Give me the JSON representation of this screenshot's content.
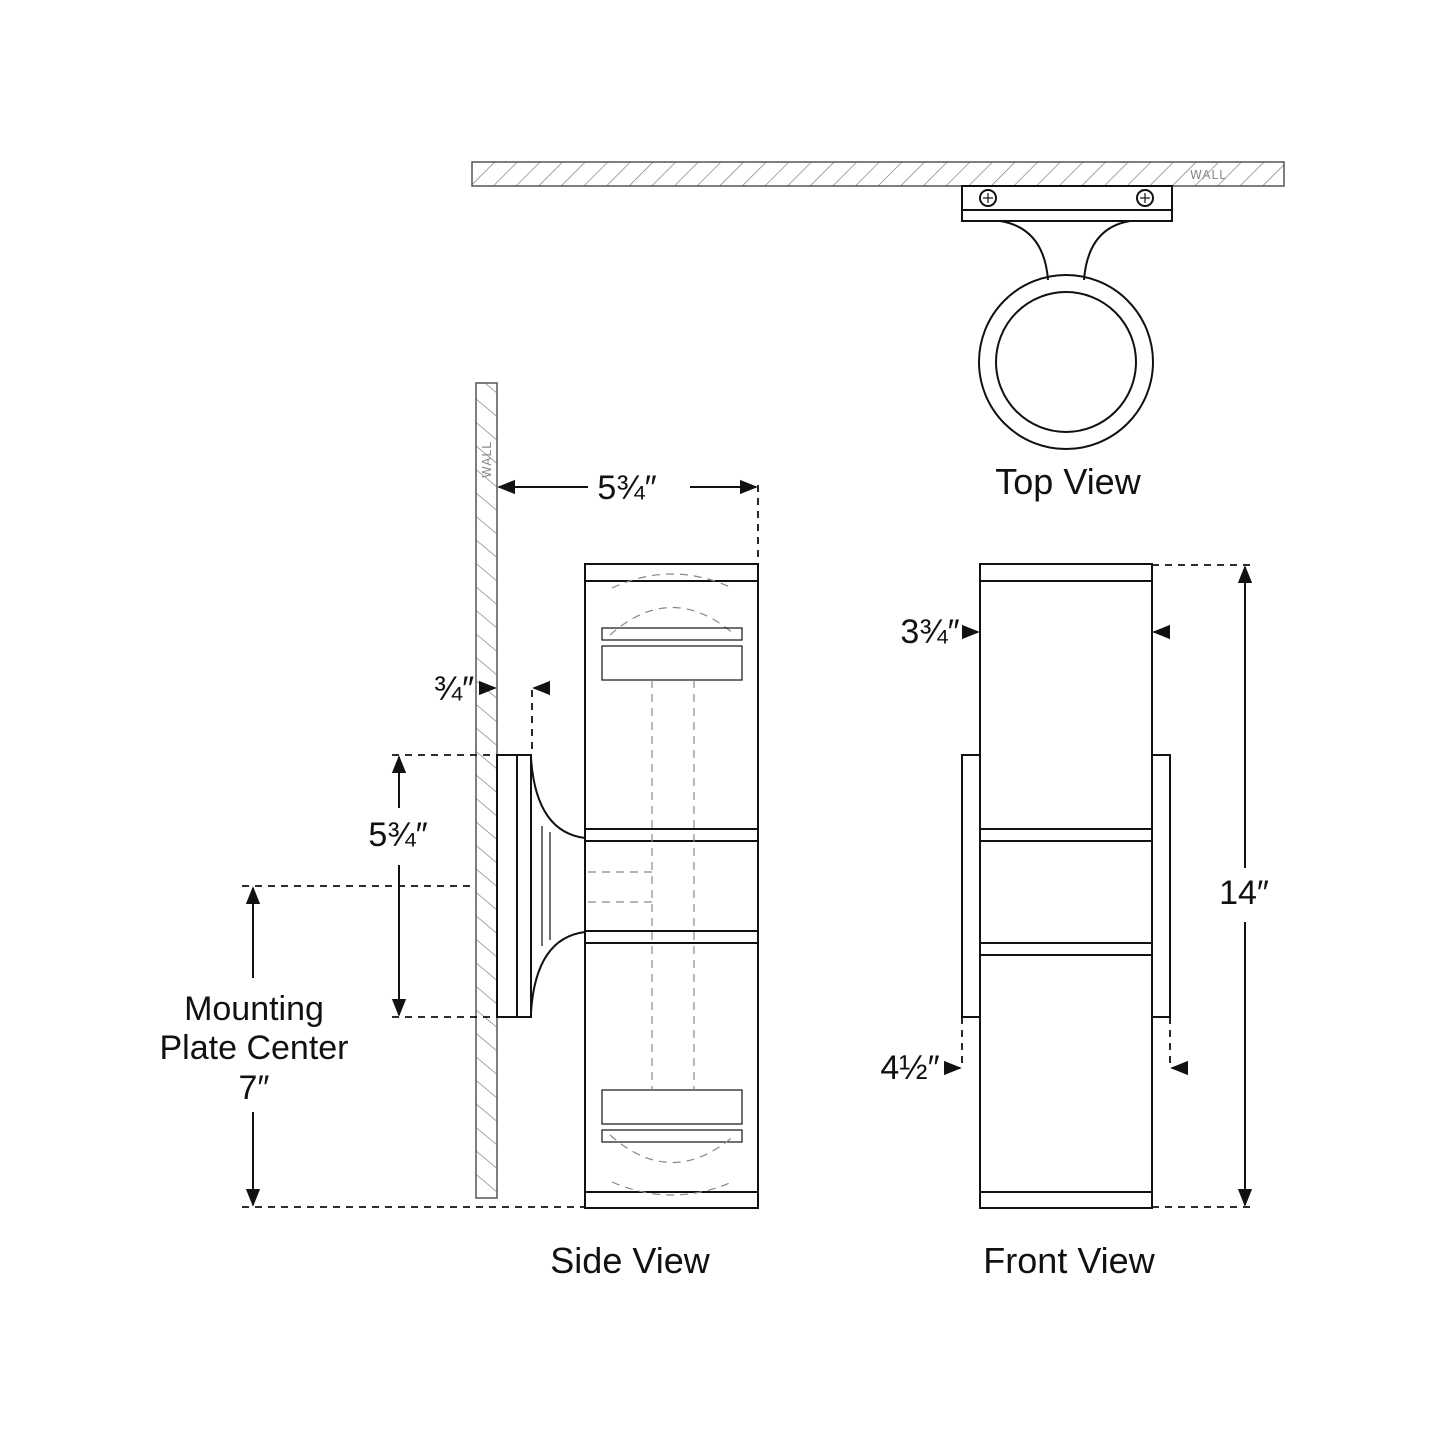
{
  "wall_label": "WALL",
  "views": {
    "top": "Top View",
    "side": "Side View",
    "front": "Front View"
  },
  "dimensions": {
    "side_extension": "5¾″",
    "backplate_depth": "¾″",
    "backplate_height": "5¾″",
    "mounting_center_line1": "Mounting",
    "mounting_center_line2": "Plate Center",
    "mounting_center_value": "7″",
    "front_width": "3¾″",
    "backplate_width": "4½″",
    "overall_height": "14″"
  }
}
